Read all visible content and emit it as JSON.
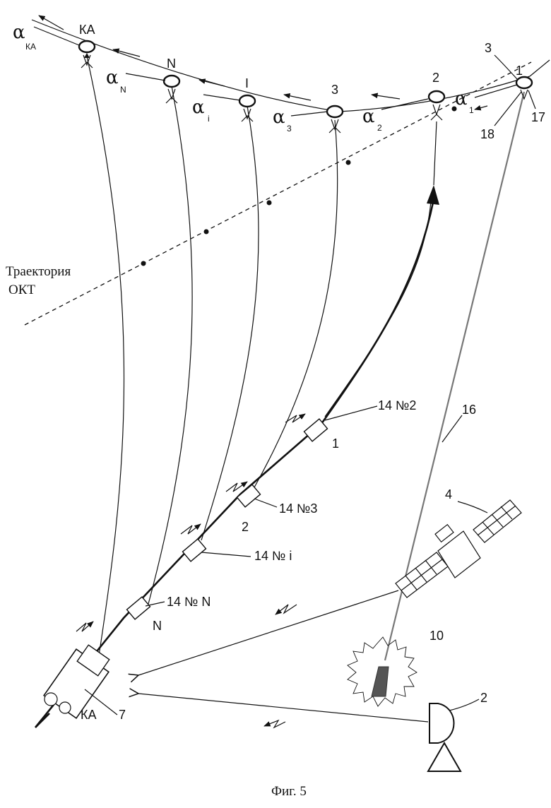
{
  "trajectory_label": {
    "line1": "Траектория",
    "line2": "ОКТ"
  },
  "caption": "Фиг. 5",
  "objects": [
    {
      "id": "ka",
      "label": "КА"
    },
    {
      "id": "n",
      "label": "N"
    },
    {
      "id": "i",
      "label": "I"
    },
    {
      "id": "three",
      "label": "3"
    },
    {
      "id": "two",
      "label": "2"
    },
    {
      "id": "one",
      "label": "1"
    }
  ],
  "alphas": [
    {
      "sym": "α",
      "sub": "КА"
    },
    {
      "sym": "α",
      "sub": "N"
    },
    {
      "sym": "α",
      "sub": "i"
    },
    {
      "sym": "α",
      "sub": "3"
    },
    {
      "sym": "α",
      "sub": "2"
    },
    {
      "sym": "α",
      "sub": "1"
    }
  ],
  "ref_numbers": {
    "n3": "3",
    "n17": "17",
    "n18": "18",
    "n16": "16",
    "n4": "4",
    "n10": "10",
    "n2": "2",
    "n7": "7"
  },
  "stages": [
    {
      "label": "14 №2",
      "index": "1"
    },
    {
      "label": "14 №3",
      "index": "2"
    },
    {
      "label": "14 № i",
      "index": ""
    },
    {
      "label": "14 № N",
      "index": "N"
    }
  ],
  "launch_vehicle_label": "КА"
}
